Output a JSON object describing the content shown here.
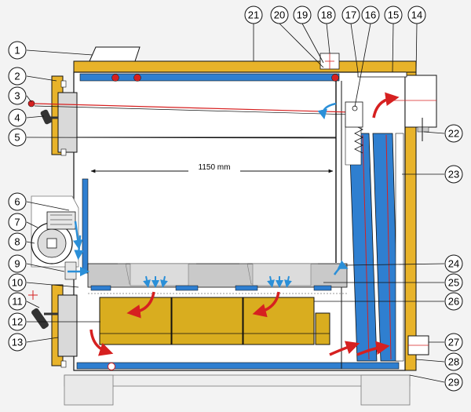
{
  "dimension": {
    "label": "1150 mm"
  },
  "colors": {
    "insulation": "#e8b32a",
    "water_jacket": "#2f7fd0",
    "outline": "#111111",
    "flame_arrow": "#d62020",
    "air_arrow": "#2a8fd8",
    "firebrick": "#d9ad1f",
    "background": "#f3f3f3"
  },
  "callouts": [
    {
      "number": "1"
    },
    {
      "number": "2"
    },
    {
      "number": "3"
    },
    {
      "number": "4"
    },
    {
      "number": "5"
    },
    {
      "number": "6"
    },
    {
      "number": "7"
    },
    {
      "number": "8"
    },
    {
      "number": "9"
    },
    {
      "number": "10"
    },
    {
      "number": "11"
    },
    {
      "number": "12"
    },
    {
      "number": "13"
    },
    {
      "number": "14"
    },
    {
      "number": "15"
    },
    {
      "number": "16"
    },
    {
      "number": "17"
    },
    {
      "number": "18"
    },
    {
      "number": "19"
    },
    {
      "number": "20"
    },
    {
      "number": "21"
    },
    {
      "number": "22"
    },
    {
      "number": "23"
    },
    {
      "number": "24"
    },
    {
      "number": "25"
    },
    {
      "number": "26"
    },
    {
      "number": "27"
    },
    {
      "number": "28"
    },
    {
      "number": "29"
    }
  ]
}
